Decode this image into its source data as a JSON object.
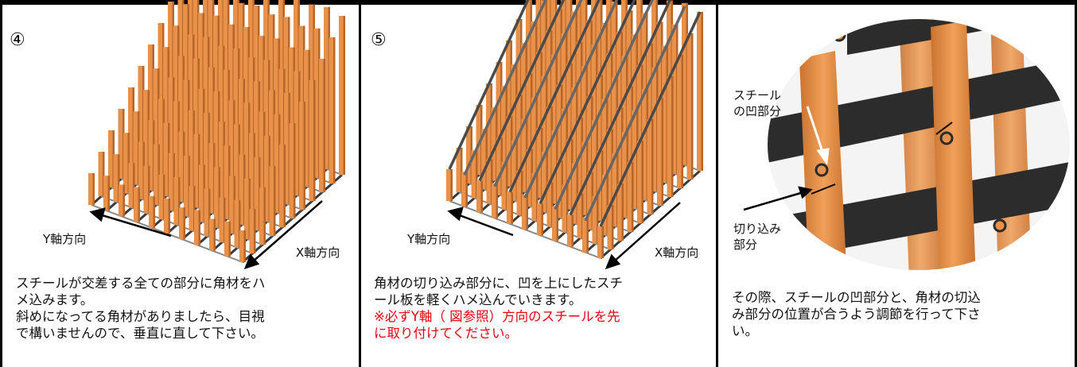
{
  "steps": [
    {
      "number": "④",
      "axis_y": "Y軸方向",
      "axis_x": "X軸方向",
      "caption_lines": [
        "スチールが交差する全ての部分に角材をハ",
        "メ込みます。",
        "斜めになってる角材がありましたら、目視",
        "で構いませんので、垂直に直して下さい。"
      ]
    },
    {
      "number": "⑤",
      "axis_y": "Y軸方向",
      "axis_x": "X軸方向",
      "caption_lines": [
        "角材の切り込み部分に、凹を上にしたスチ",
        "ール板を軽くハメ込んでいきます。"
      ],
      "warning_lines": [
        "※必ずY軸（ 図参照）方向のスチールを先",
        "に取り付けてください。"
      ]
    },
    {
      "callout_notch": [
        "スチール",
        "の凹部分"
      ],
      "callout_cut": [
        "切り込み",
        "部分"
      ],
      "caption_lines": [
        "その際、スチールの凹部分と、角材の切込",
        "み部分の位置が合うよう調節を行って下さ",
        "い。"
      ]
    }
  ],
  "colors": {
    "wood": "#e8914a",
    "wood_dark": "#b8652a",
    "steel": "#3a3a3a",
    "warning": "#e60012"
  }
}
